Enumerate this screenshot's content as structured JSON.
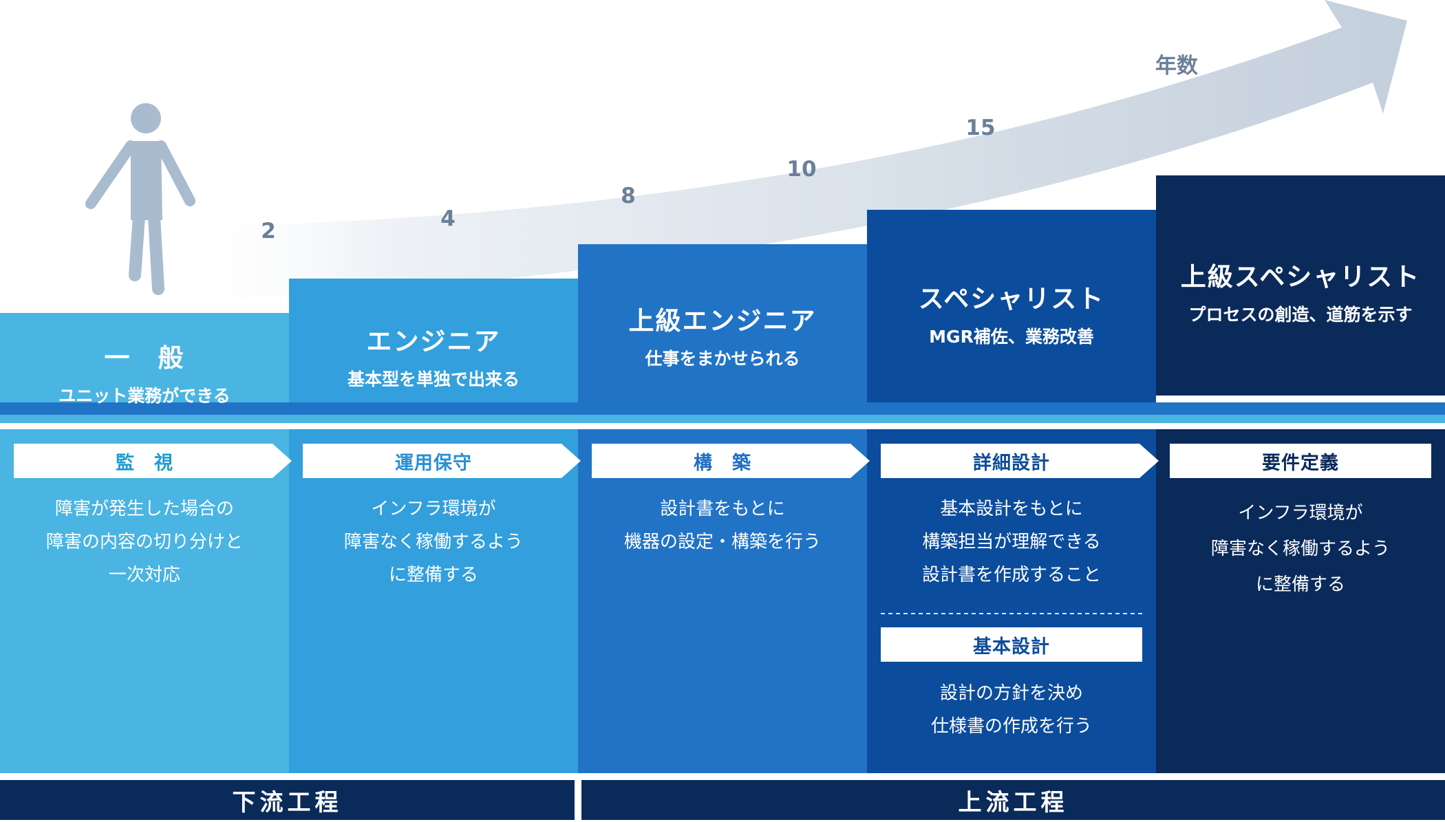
{
  "axis_label": "年数",
  "year_marks": [
    "2",
    "4",
    "8",
    "10",
    "15"
  ],
  "colors": {
    "col1": "#4ab4e2",
    "col2": "#339fdc",
    "col3": "#2173c6",
    "col4": "#0c4c9c",
    "col5": "#0a2a5a",
    "arrow": "#c3cfdc",
    "person": "#a9bbcf"
  },
  "levels": [
    {
      "title": "一　般",
      "desc": "ユニット業務ができる"
    },
    {
      "title": "エンジニア",
      "desc": "基本型を単独で出来る"
    },
    {
      "title": "上級エンジニア",
      "desc": "仕事をまかせられる"
    },
    {
      "title": "スペシャリスト",
      "desc": "MGR補佐、業務改善"
    },
    {
      "title": "上級スペシャリスト",
      "desc": "プロセスの創造、道筋を示す"
    }
  ],
  "tasks": [
    {
      "label": "監　視",
      "desc": "障害が発生した場合の\n障害の内容の切り分けと\n一次対応"
    },
    {
      "label": "運用保守",
      "desc": "インフラ環境が\n障害なく稼働するよう\nに整備する"
    },
    {
      "label": "構　築",
      "desc": "設計書をもとに\n機器の設定・構築を行う"
    },
    {
      "label": "詳細設計",
      "desc": "基本設計をもとに\n構築担当が理解できる\n設計書を作成すること"
    },
    {
      "label": "要件定義",
      "desc": "インフラ環境が\n障害なく稼働するよう\nに整備する"
    }
  ],
  "extra_task": {
    "label": "基本設計",
    "desc": "設計の方針を決め\n仕様書の作成を行う"
  },
  "phases": {
    "downstream": "下流工程",
    "upstream": "上流工程"
  }
}
